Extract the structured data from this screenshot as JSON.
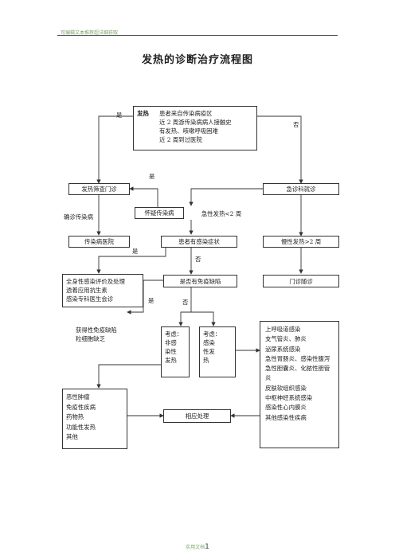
{
  "header": {
    "text": "可编辑文本推荐超详细获取"
  },
  "title": "发热的诊断治疗流程图",
  "boxes": {
    "top": {
      "head": "发热",
      "lines": [
        "患者来自传染病疫区",
        "近 2 周游传染病病人接触史",
        "有发热、咳嗽呼吸困难",
        "近 2 周到过医院"
      ]
    },
    "screen": "发热筛查门诊",
    "emergency": "急诊科就诊",
    "suspect_infectious": "怀疑传染病",
    "acute_fever": "急性发热<2 周",
    "infectious_hospital": "传染病医院",
    "infection_signs": "患者有感染症状",
    "chronic_fever": "慢性发热>2 周",
    "evaluation": [
      "全身性感染评价及处理",
      "透着应用抗生素",
      "感染专科医生会诊"
    ],
    "immunodeficiency": "是否有免疫缺陷",
    "follow_up": "门诊随诊",
    "acquired_immuno": [
      "获得性免疫缺陷",
      "粒细胞缺乏"
    ],
    "noninfectious": [
      "考虑：",
      "非感",
      "染性",
      "发热"
    ],
    "infectious": [
      "考虑：",
      "感染",
      "性发",
      "热"
    ],
    "infection_list": [
      "上呼吸道感染",
      "支气管炎、肺炎",
      "泌尿系统感染",
      "急性胃肠炎、感染性腹泻",
      "急性胆囊炎、化脓性胆管炎",
      "皮肤软组织感染",
      "中枢神经系统感染",
      "感染性心内膜炎",
      "其他感染性疾病"
    ],
    "causes": [
      "恶性肿瘤",
      "免疫性疾病",
      "药物热",
      "功能性发热",
      "其他"
    ],
    "treatment": "相应处理"
  },
  "labels": {
    "yes_top": "是",
    "no_top": "否",
    "yes_mid": "是",
    "confirmed": "确诊传染病",
    "yes_infection": "是",
    "no_infection": "否",
    "yes_immuno": "是",
    "no_immuno": "否"
  },
  "footer": {
    "text": "实用文档",
    "page": "1"
  }
}
